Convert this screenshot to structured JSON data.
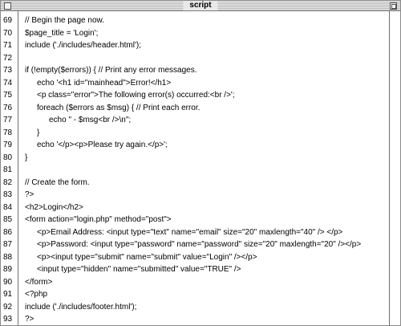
{
  "window": {
    "title": "script"
  },
  "lines": [
    {
      "num": "69",
      "indent": 0,
      "text": "// Begin the page now."
    },
    {
      "num": "70",
      "indent": 0,
      "text": "$page_title = 'Login';"
    },
    {
      "num": "71",
      "indent": 0,
      "text": "include ('./includes/header.html');"
    },
    {
      "num": "72",
      "indent": 0,
      "text": ""
    },
    {
      "num": "73",
      "indent": 0,
      "text": "if (!empty($errors)) { // Print any error messages."
    },
    {
      "num": "74",
      "indent": 1,
      "text": "echo '<h1 id=\"mainhead\">Error!</h1>"
    },
    {
      "num": "75",
      "indent": 1,
      "text": "<p class=\"error\">The following error(s) occurred:<br />';"
    },
    {
      "num": "76",
      "indent": 1,
      "text": "foreach ($errors as $msg) { // Print each error."
    },
    {
      "num": "77",
      "indent": 2,
      "text": "echo \" - $msg<br />\\n\";"
    },
    {
      "num": "78",
      "indent": 1,
      "text": "}"
    },
    {
      "num": "79",
      "indent": 1,
      "text": "echo '</p><p>Please try again.</p>';"
    },
    {
      "num": "80",
      "indent": 0,
      "text": "}"
    },
    {
      "num": "81",
      "indent": 0,
      "text": ""
    },
    {
      "num": "82",
      "indent": 0,
      "text": "// Create the form."
    },
    {
      "num": "83",
      "indent": 0,
      "text": "?>"
    },
    {
      "num": "84",
      "indent": 0,
      "text": "<h2>Login</h2>"
    },
    {
      "num": "85",
      "indent": 0,
      "text": "<form action=\"login.php\" method=\"post\">"
    },
    {
      "num": "86",
      "indent": 1,
      "text": "<p>Email Address: <input type=\"text\" name=\"email\" size=\"20\" maxlength=\"40\" /> </p>"
    },
    {
      "num": "87",
      "indent": 1,
      "text": "<p>Password: <input type=\"password\" name=\"password\" size=\"20\" maxlength=\"20\" /></p>"
    },
    {
      "num": "88",
      "indent": 1,
      "text": "<p><input type=\"submit\" name=\"submit\" value=\"Login\" /></p>"
    },
    {
      "num": "89",
      "indent": 1,
      "text": "<input type=\"hidden\" name=\"submitted\" value=\"TRUE\" />"
    },
    {
      "num": "90",
      "indent": 0,
      "text": "</form>"
    },
    {
      "num": "91",
      "indent": 0,
      "text": "<?php"
    },
    {
      "num": "92",
      "indent": 0,
      "text": "include ('./includes/footer.html');"
    },
    {
      "num": "93",
      "indent": 0,
      "text": "?>"
    }
  ]
}
